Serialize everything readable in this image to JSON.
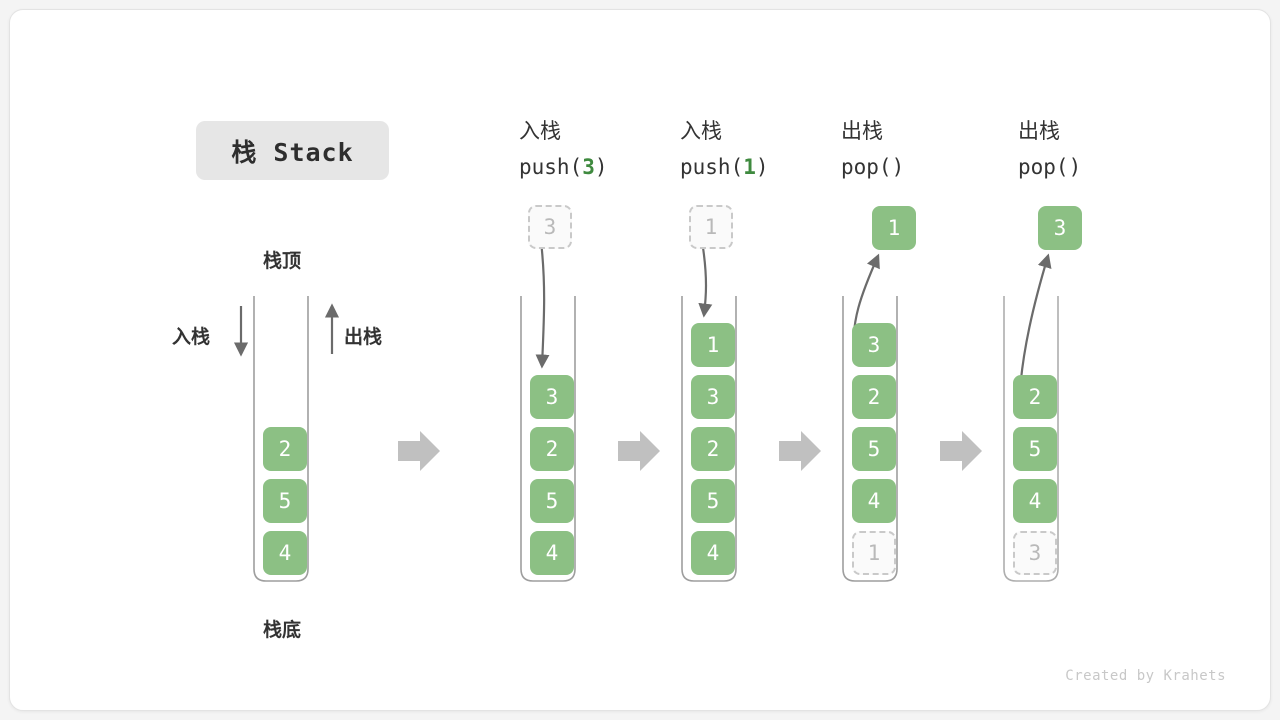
{
  "title_badge": {
    "text": "栈 Stack"
  },
  "credit": "Created by Krahets",
  "labels": {
    "top": "栈顶",
    "bottom": "栈底",
    "push": "入栈",
    "pop": "出栈"
  },
  "diagram": {
    "type": "stack-operation-sequence",
    "element_color": "#8cc084",
    "ghost_color": "#fafafa",
    "arrow_color": "#6b6b6b",
    "step_arrow_color": "#c0c0c0",
    "initial_stack": {
      "cells_top_to_bottom": [
        "2",
        "5",
        "4"
      ]
    },
    "steps": [
      {
        "op_line1": "入栈",
        "op_line2_prefix": "push(",
        "op_line2_num": "3",
        "op_line2_suffix": ")",
        "floating_box": {
          "value": "3",
          "style": "ghost",
          "position": "above"
        },
        "arrow_direction": "down",
        "cells_top_to_bottom": [
          "3",
          "2",
          "5",
          "4"
        ],
        "ghost_in_stack": null
      },
      {
        "op_line1": "入栈",
        "op_line2_prefix": "push(",
        "op_line2_num": "1",
        "op_line2_suffix": ")",
        "floating_box": {
          "value": "1",
          "style": "ghost",
          "position": "above"
        },
        "arrow_direction": "down",
        "cells_top_to_bottom": [
          "1",
          "3",
          "2",
          "5",
          "4"
        ],
        "ghost_in_stack": null
      },
      {
        "op_line1": "出栈",
        "op_line2_prefix": "pop(",
        "op_line2_num": "",
        "op_line2_suffix": ")",
        "floating_box": {
          "value": "1",
          "style": "solid",
          "position": "above"
        },
        "arrow_direction": "up",
        "cells_top_to_bottom": [
          "3",
          "2",
          "5",
          "4"
        ],
        "ghost_in_stack": "1"
      },
      {
        "op_line1": "出栈",
        "op_line2_prefix": "pop(",
        "op_line2_num": "",
        "op_line2_suffix": ")",
        "floating_box": {
          "value": "3",
          "style": "solid",
          "position": "above"
        },
        "arrow_direction": "up",
        "cells_top_to_bottom": [
          "2",
          "5",
          "4"
        ],
        "ghost_in_stack": "3"
      }
    ],
    "step_separator_count": 4
  }
}
